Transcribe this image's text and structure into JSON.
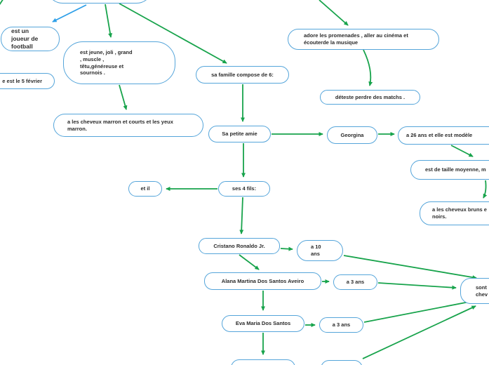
{
  "app": {
    "type": "mind-map-canvas",
    "background": "#ffffff"
  },
  "colors": {
    "node_border": "#55a5da",
    "node_fill": "#ffffff",
    "edge_green": "#17a34b",
    "edge_blue": "#2d9fe8",
    "text": "#2b2b2b"
  },
  "nodes": [
    {
      "id": "root",
      "label": ""
    },
    {
      "id": "est-un-joueur",
      "label": "est un\njoueur de\nfootball"
    },
    {
      "id": "date-fevrier",
      "label": "e est le 5 février"
    },
    {
      "id": "est-jeune",
      "label": "est jeune, joli , grand\n, muscle ,\ntêtu,généreuse et\nsournois ."
    },
    {
      "id": "cheveux-marron",
      "label": "a les cheveux marron et courts  et les yeux\nmarron."
    },
    {
      "id": "famille",
      "label": "sa famille compose de 6:"
    },
    {
      "id": "adore",
      "label": "adore les promenades , aller au cinéma et\nécouterde la musique"
    },
    {
      "id": "deteste",
      "label": "déteste perdre des matchs ."
    },
    {
      "id": "petite-amie",
      "label": "Sa petite amie"
    },
    {
      "id": "georgina",
      "label": "Georgina"
    },
    {
      "id": "a-26-ans",
      "label": "a 26 ans et elle est modèle"
    },
    {
      "id": "taille-moyenne",
      "label": "est de taille moyenne, m"
    },
    {
      "id": "cheveux-bruns",
      "label": "a les cheveux bruns e\nnoirs."
    },
    {
      "id": "et-il",
      "label": "et il"
    },
    {
      "id": "ses-4-fils",
      "label": "ses 4 fils:"
    },
    {
      "id": "cristano-jr",
      "label": "Cristano Ronaldo Jr."
    },
    {
      "id": "a-10-ans",
      "label": "a 10\nans"
    },
    {
      "id": "alana",
      "label": "Alana Martina Dos Santos Aveiro"
    },
    {
      "id": "a-3-ans-1",
      "label": "a 3 ans"
    },
    {
      "id": "eva",
      "label": "Eva Maria Dos Santos"
    },
    {
      "id": "a-3-ans-2",
      "label": "a 3 ans"
    },
    {
      "id": "sont-chev",
      "label": "sont\nchev"
    },
    {
      "id": "bottom-node-1",
      "label": ""
    },
    {
      "id": "bottom-node-2",
      "label": ""
    }
  ],
  "edges": [
    {
      "from": "root",
      "to": "est-un-joueur",
      "color": "blue"
    },
    {
      "from": "root",
      "to": "est-jeune",
      "color": "green"
    },
    {
      "from": "root",
      "to": "famille",
      "color": "green"
    },
    {
      "from": "offscreen-top",
      "to": "adore",
      "color": "green"
    },
    {
      "from": "adore",
      "to": "deteste",
      "color": "green"
    },
    {
      "from": "est-jeune",
      "to": "cheveux-marron",
      "color": "green"
    },
    {
      "from": "famille",
      "to": "petite-amie",
      "color": "green"
    },
    {
      "from": "petite-amie",
      "to": "georgina",
      "color": "green"
    },
    {
      "from": "georgina",
      "to": "a-26-ans",
      "color": "green"
    },
    {
      "from": "a-26-ans",
      "to": "taille-moyenne",
      "color": "green"
    },
    {
      "from": "taille-moyenne",
      "to": "cheveux-bruns",
      "color": "green"
    },
    {
      "from": "petite-amie",
      "to": "ses-4-fils",
      "color": "green"
    },
    {
      "from": "ses-4-fils",
      "to": "et-il",
      "color": "green"
    },
    {
      "from": "ses-4-fils",
      "to": "cristano-jr",
      "color": "green"
    },
    {
      "from": "cristano-jr",
      "to": "a-10-ans",
      "color": "green"
    },
    {
      "from": "a-10-ans",
      "to": "sont-chev",
      "color": "green"
    },
    {
      "from": "cristano-jr",
      "to": "alana",
      "color": "green"
    },
    {
      "from": "alana",
      "to": "a-3-ans-1",
      "color": "green"
    },
    {
      "from": "a-3-ans-1",
      "to": "sont-chev",
      "color": "green"
    },
    {
      "from": "alana",
      "to": "eva",
      "color": "green"
    },
    {
      "from": "eva",
      "to": "a-3-ans-2",
      "color": "green"
    },
    {
      "from": "a-3-ans-2",
      "to": "sont-chev",
      "color": "green"
    },
    {
      "from": "eva",
      "to": "bottom-node-1",
      "color": "green"
    },
    {
      "from": "bottom-node-2",
      "to": "sont-chev",
      "color": "green"
    },
    {
      "from": "offscreen-corner",
      "to": "offscreen-corner",
      "color": "green"
    }
  ]
}
